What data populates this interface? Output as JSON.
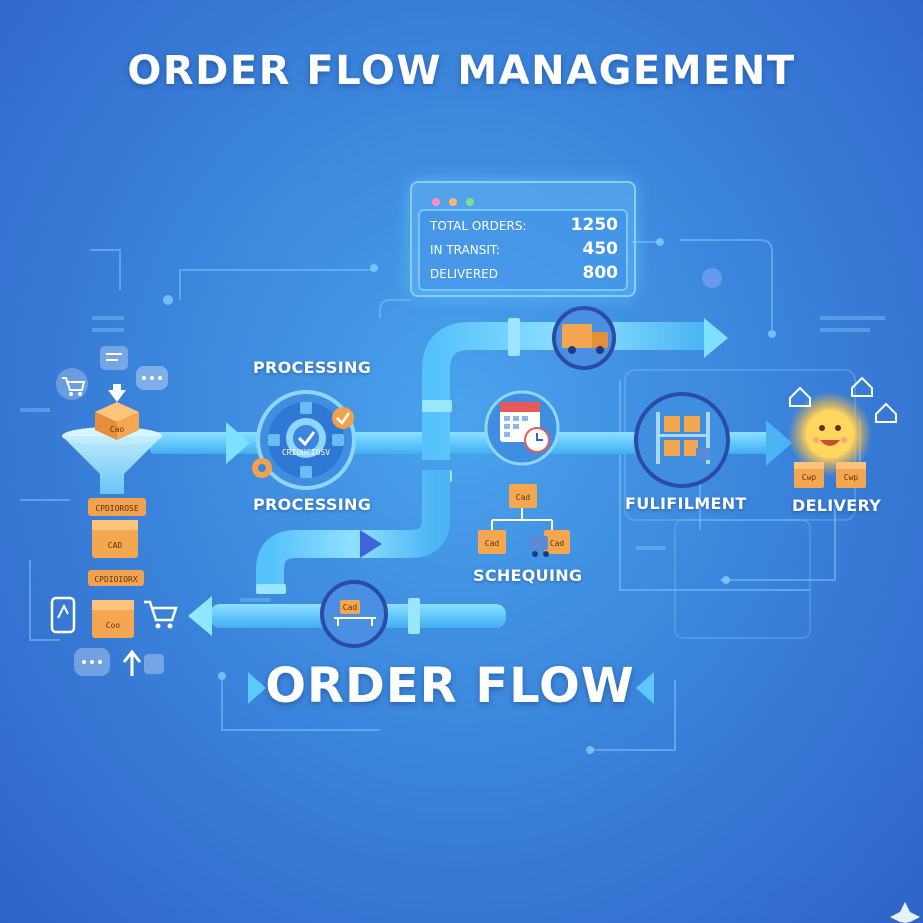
{
  "header": {
    "title": "ORDER FLOW MANAGEMENT"
  },
  "stats": {
    "rows": [
      {
        "label": "TOTAL ORDERS:",
        "value": "1250"
      },
      {
        "label": "IN TRANSIT:",
        "value": "450"
      },
      {
        "label": "DELIVERED",
        "value": "800"
      }
    ]
  },
  "stages": {
    "processing_top": "PROCESSING",
    "processing_bottom": "PROCESSING",
    "gear_text": "CRIOUCIOSV",
    "scheduling": "SCHEQUING",
    "fulfilment": "FULIFILMENT",
    "delivery": "DELIVERY"
  },
  "boxes": {
    "funnel_box": "Cao",
    "stack_1": "CPDIOROSE",
    "stack_2": "CAD",
    "stack_3": "CPDIOIORX",
    "stack_4": "Coo",
    "sched_top": "Cad",
    "sched_left": "Cad",
    "sched_right": "Cad",
    "conveyor": "Cad",
    "delivery_left": "Cwp",
    "delivery_right": "Cwp"
  },
  "footer": {
    "title": "ORDER FLOW"
  },
  "colors": {
    "background": "#3b86dc",
    "pipe": "#6fd0ff",
    "pipe_dark": "#3ea6ee",
    "box": "#f0a24e",
    "text": "#ffffff"
  }
}
